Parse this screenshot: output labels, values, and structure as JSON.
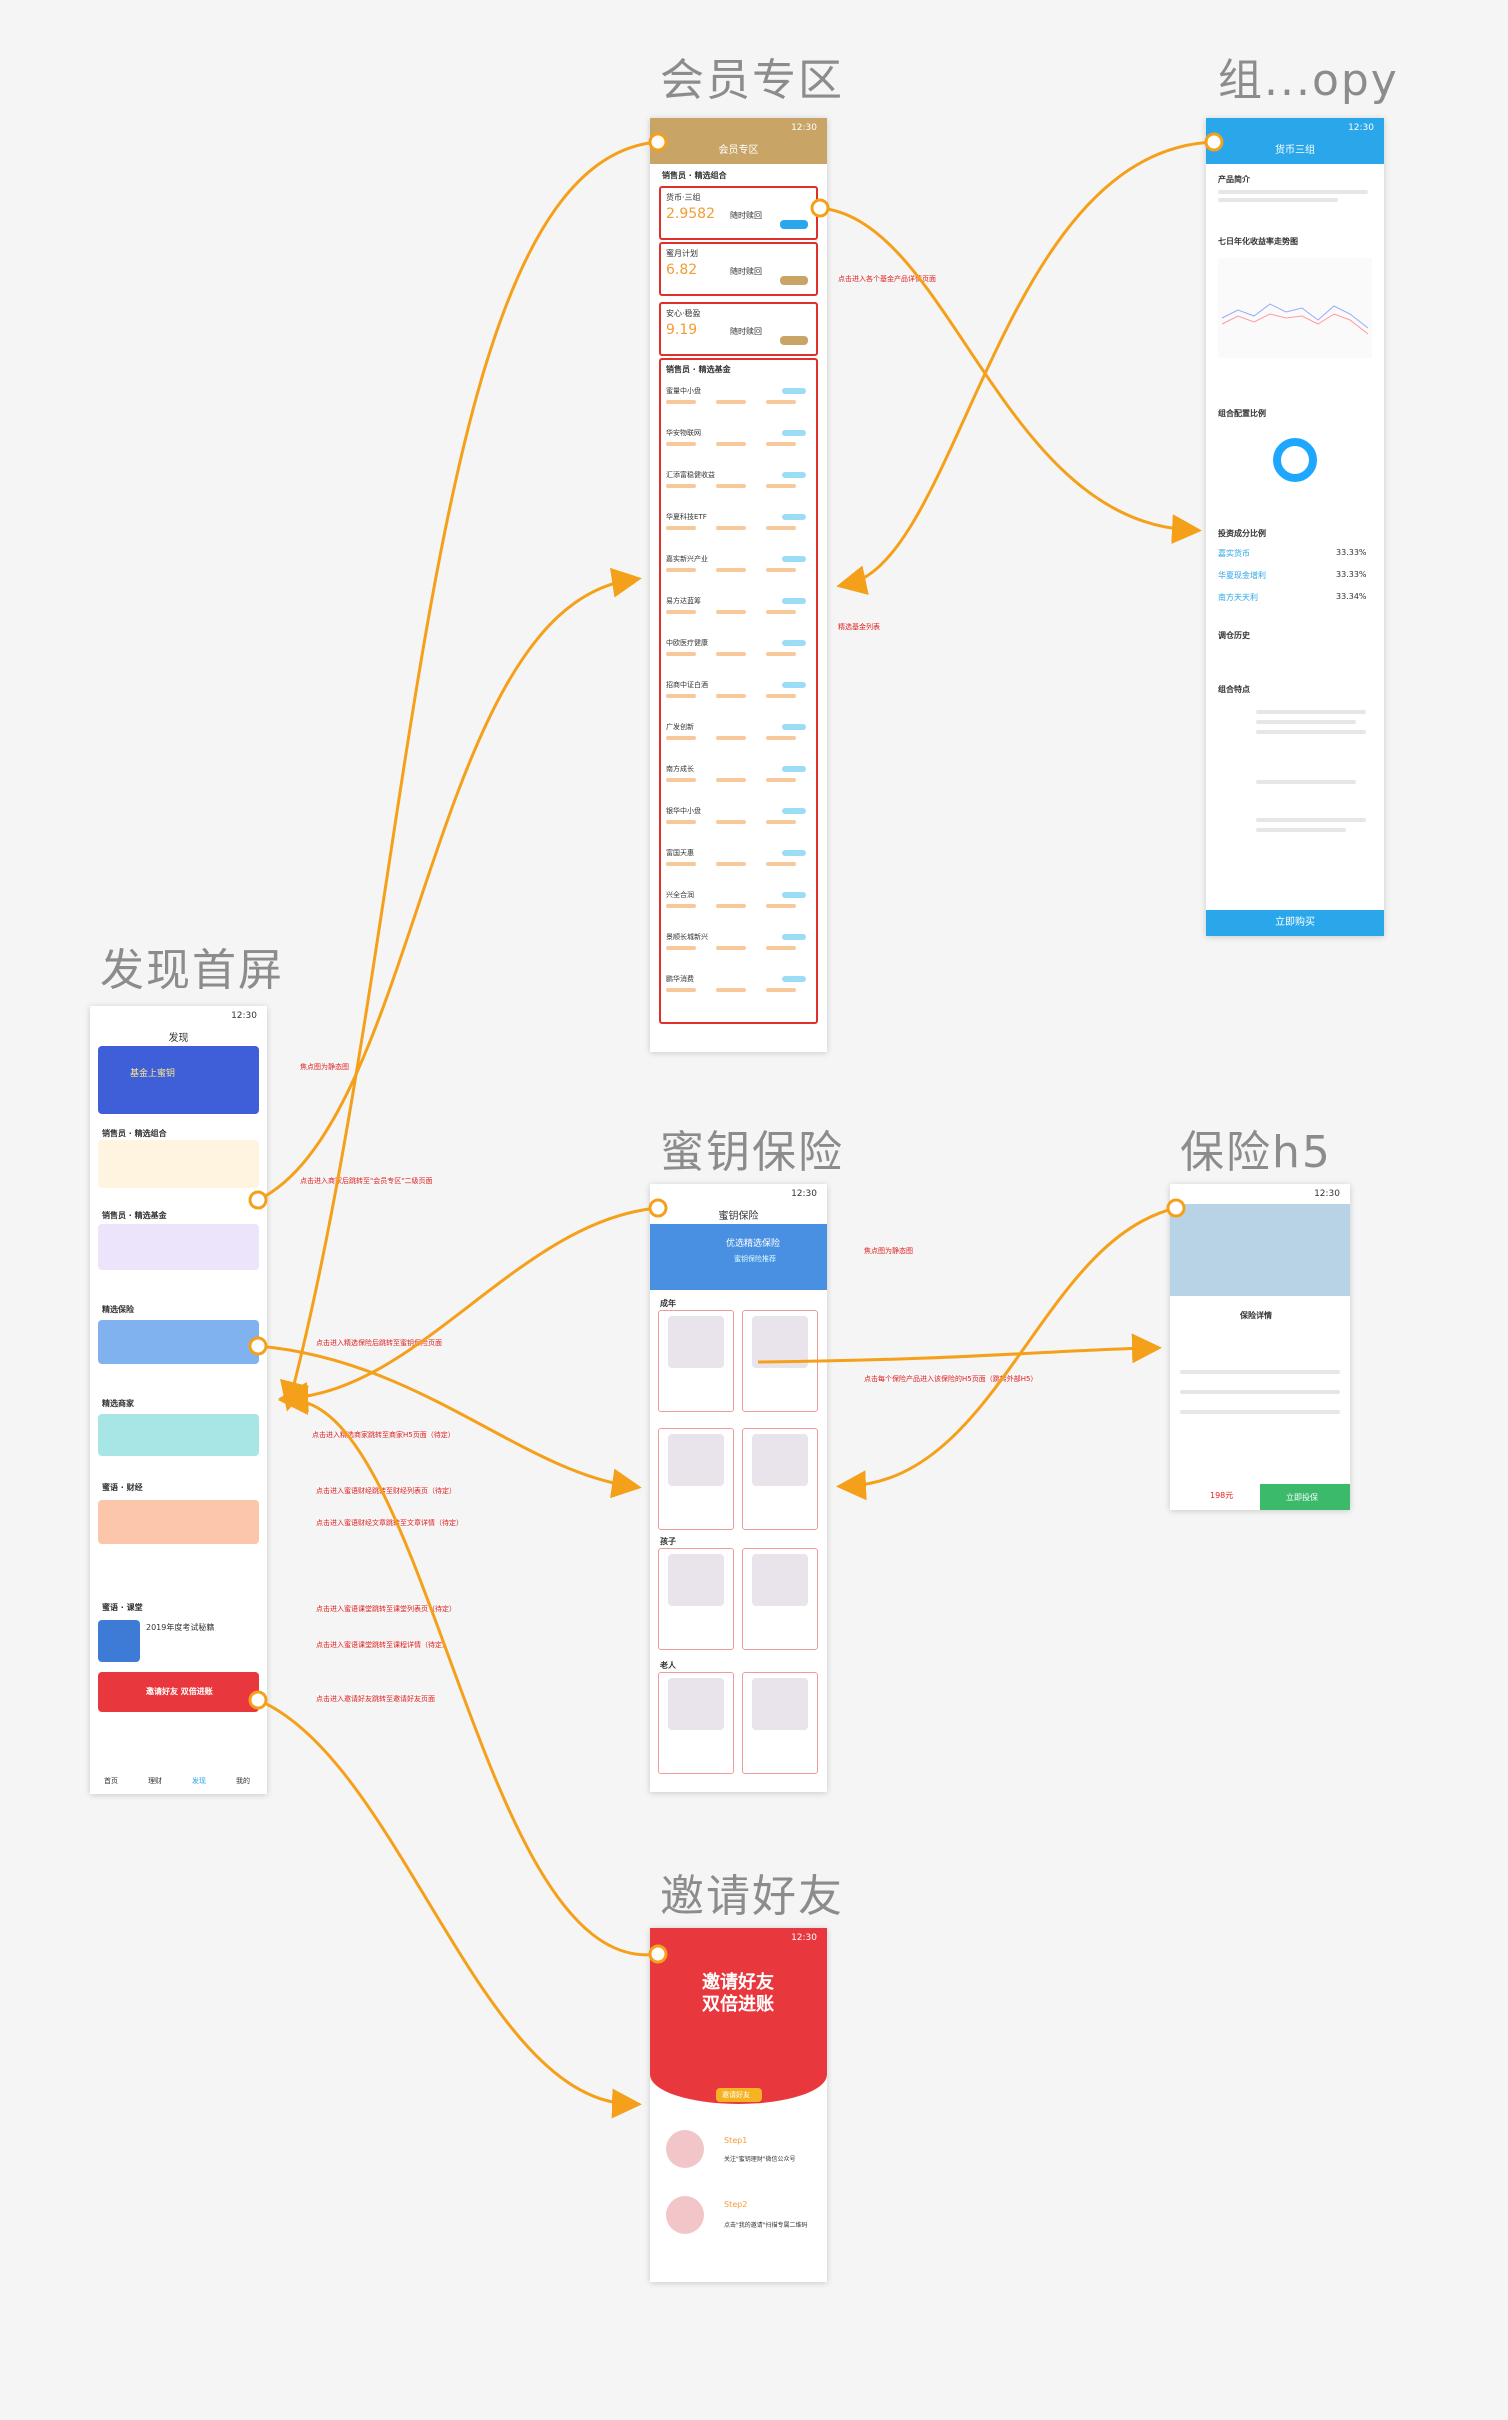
{
  "boards": {
    "member": "会员专区",
    "copy": "组...opy",
    "discover": "发现首屏",
    "insurance": "蜜钥保险",
    "h5": "保险h5",
    "invite": "邀请好友"
  },
  "status_time": "12:30",
  "member_screen": {
    "header": "会员专区",
    "section1": "销售员 · 精选组合",
    "cards": [
      {
        "name": "货币·三组",
        "value": "2.9582",
        "tag": "随时赎回"
      },
      {
        "name": "蜜月计划",
        "value": "6.82",
        "tag": "随时赎回"
      },
      {
        "name": "安心·稳盈",
        "value": "9.19",
        "tag": "随时赎回"
      }
    ],
    "section2": "销售员 · 精选基金",
    "funds": [
      "蜜量中小盘",
      "华安物联网",
      "汇添富稳健收益",
      "华夏科技ETF",
      "嘉实新兴产业",
      "易方达蓝筹",
      "中欧医疗健康",
      "招商中证白酒",
      "广发创新",
      "南方成长",
      "银华中小盘",
      "富国天惠",
      "兴全合润",
      "景顺长城新兴",
      "鹏华消费"
    ],
    "note_cards": "点击进入各个基金产品详情页面",
    "note_funds": "精选基金列表"
  },
  "copy_screen": {
    "header": "货币三组",
    "intro_title": "产品简介",
    "chart_title": "七日年化收益率走势图",
    "alloc_title": "组合配置比例",
    "ratio_title": "投资成分比例",
    "ratio_rows": [
      {
        "name": "嘉实货币",
        "pct": "33.33%"
      },
      {
        "name": "华夏现金增利",
        "pct": "33.33%"
      },
      {
        "name": "南方天天利",
        "pct": "33.34%"
      }
    ],
    "history_title": "调仓历史",
    "feature_title": "组合特点",
    "button": "立即购买"
  },
  "discover_screen": {
    "header": "发现",
    "banner": "基金上蜜钥",
    "s1": "销售员 · 精选组合",
    "s2": "销售员 · 精选基金",
    "s3": "精选保险",
    "s4": "精选商家",
    "s5": "蜜语 · 财经",
    "s6": "蜜语 · 课堂",
    "course_title": "2019年度考试秘籍",
    "invite_banner": "邀请好友 双倍进账",
    "tabs": [
      "首页",
      "理财",
      "发现",
      "我的"
    ],
    "notes": [
      "焦点图为静态图",
      "点击进入商家后跳转至\"会员专区\"二级页面",
      "点击进入精选保险后跳转至蜜钥保险页面",
      "点击进入精选商家跳转至商家H5页面（待定）",
      "点击进入蜜语财经跳转至财经列表页（待定）",
      "点击进入蜜语财经文章跳转至文章详情（待定）",
      "点击进入蜜语课堂跳转至课堂列表页（待定）",
      "点击进入蜜语课堂跳转至课程详情（待定）",
      "点击进入邀请好友跳转至邀请好友页面"
    ]
  },
  "insurance_screen": {
    "header": "蜜钥保险",
    "banner": "优选精选保险",
    "banner_sub": "蜜钥保险推荐",
    "group1": "成年",
    "group2": "孩子",
    "group3": "老人",
    "note_banner": "焦点图为静态图",
    "note_products": "点击每个保险产品进入该保险的H5页面（跳转外部H5）"
  },
  "h5_screen": {
    "title": "保险详情",
    "price": "198元",
    "button": "立即投保"
  },
  "invite_screen": {
    "title_line1": "邀请好友",
    "title_line2": "双倍进账",
    "pill": "邀请好友",
    "step1": "Step1",
    "step1_text": "关注\"蜜钥理财\"微信公众号",
    "step2": "Step2",
    "step2_text": "点击\"我的邀请\"扫描专属二维码"
  },
  "colors": {
    "flow": "#f5a01a",
    "member_header": "#c9a467",
    "copy_header": "#2aa7ea",
    "annotation": "#e02020",
    "invite_red": "#e8383d"
  }
}
